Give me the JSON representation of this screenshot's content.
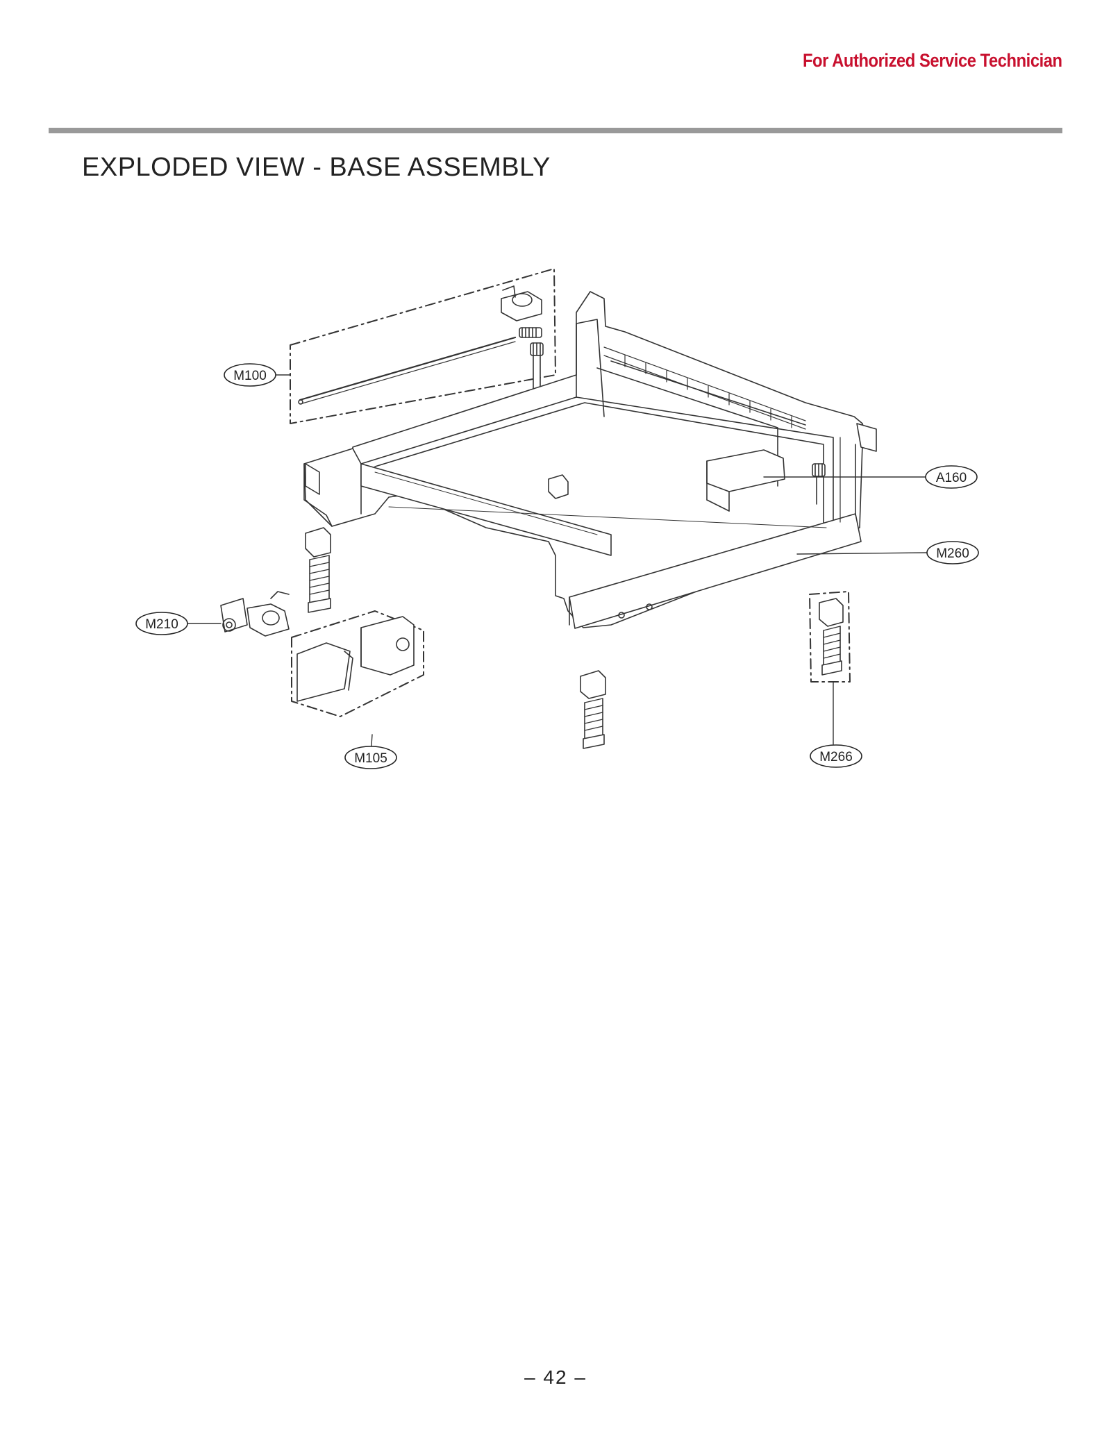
{
  "header": {
    "note": "For Authorized Service Technician"
  },
  "page": {
    "title": "EXPLODED VIEW - BASE ASSEMBLY",
    "number": "– 42 –"
  },
  "callouts": [
    {
      "id": "m100",
      "label": "M100"
    },
    {
      "id": "a160",
      "label": "A160"
    },
    {
      "id": "m260",
      "label": "M260"
    },
    {
      "id": "m210",
      "label": "M210"
    },
    {
      "id": "m105",
      "label": "M105"
    },
    {
      "id": "m266",
      "label": "M266"
    }
  ],
  "colors": {
    "header_accent": "#c8102e",
    "rule": "#999999",
    "line_art": "#333333"
  }
}
